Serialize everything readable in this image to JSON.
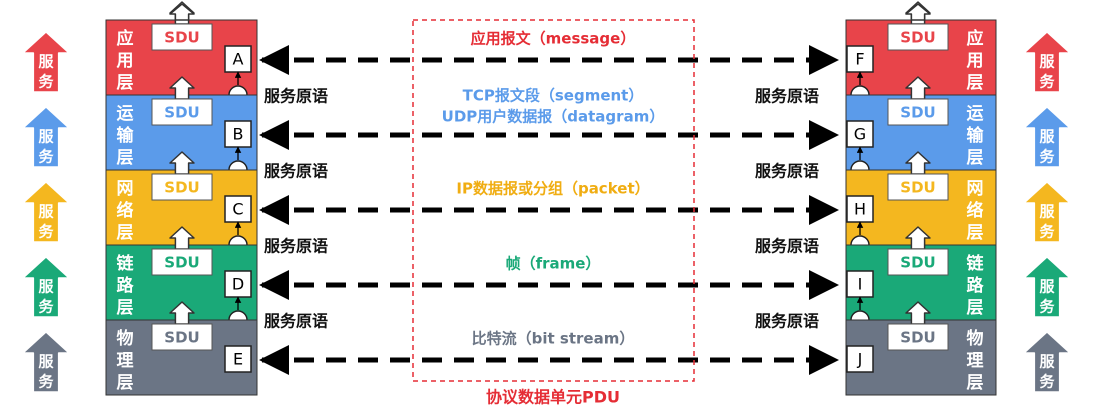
{
  "layers": [
    {
      "name": "应用层",
      "chars": [
        "应",
        "用",
        "层"
      ],
      "color": "#e8444a",
      "sdu": "SDU",
      "left_sap": "A",
      "right_sap": "F",
      "pdu": [
        "应用报文（message）"
      ],
      "pdu_color": "#e52d35"
    },
    {
      "name": "运输层",
      "chars": [
        "运",
        "输",
        "层"
      ],
      "color": "#5b9bea",
      "sdu": "SDU",
      "left_sap": "B",
      "right_sap": "G",
      "pdu": [
        "TCP报文段（segment）",
        "UDP用户数据报（datagram）"
      ],
      "pdu_color": "#5b9bea"
    },
    {
      "name": "网络层",
      "chars": [
        "网",
        "络",
        "层"
      ],
      "color": "#f4b71f",
      "sdu": "SDU",
      "left_sap": "C",
      "right_sap": "H",
      "pdu": [
        "IP数据报或分组（packet）"
      ],
      "pdu_color": "#f0ad12"
    },
    {
      "name": "链路层",
      "chars": [
        "链",
        "路",
        "层"
      ],
      "color": "#1aa978",
      "sdu": "SDU",
      "left_sap": "D",
      "right_sap": "I",
      "pdu": [
        "帧（frame）"
      ],
      "pdu_color": "#1aa978"
    },
    {
      "name": "物理层",
      "chars": [
        "物",
        "理",
        "层"
      ],
      "color": "#6b7585",
      "sdu": "SDU",
      "left_sap": "E",
      "right_sap": "J",
      "pdu": [
        "比特流（bit stream）"
      ],
      "pdu_color": "#6b7585"
    }
  ],
  "service_arrow_chars": [
    "服",
    "务"
  ],
  "primitive_label": "服务原语",
  "pdu_caption": "协议数据单元PDU",
  "colors": {
    "pdu_box_border": "#e52d35",
    "arrow": "#000000"
  }
}
